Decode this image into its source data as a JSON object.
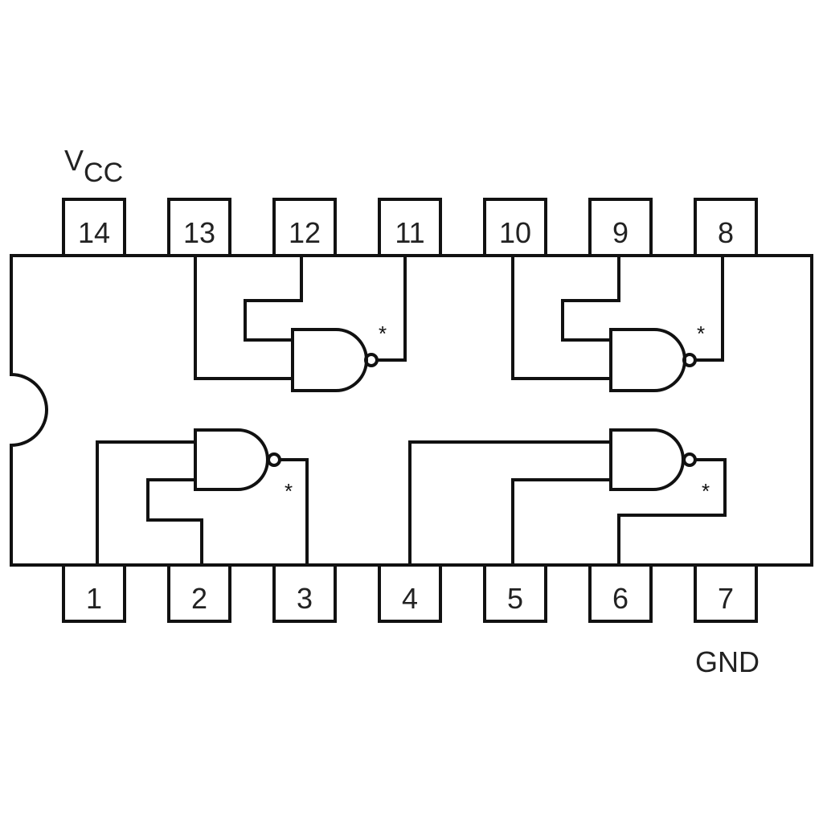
{
  "title": "Quad 2-input NAND gate DIP-14 pinout",
  "labels": {
    "vcc_main": "V",
    "vcc_sub": "CC",
    "gnd": "GND"
  },
  "top_pins": [
    "14",
    "13",
    "12",
    "11",
    "10",
    "9",
    "8"
  ],
  "bottom_pins": [
    "1",
    "2",
    "3",
    "4",
    "5",
    "6",
    "7"
  ],
  "gate_marker": "*",
  "gates": [
    {
      "inputs": [
        "13",
        "12"
      ],
      "output": "11"
    },
    {
      "inputs": [
        "10",
        "9"
      ],
      "output": "8"
    },
    {
      "inputs": [
        "1",
        "2"
      ],
      "output": "3"
    },
    {
      "inputs": [
        "4",
        "5"
      ],
      "output": "6"
    }
  ]
}
